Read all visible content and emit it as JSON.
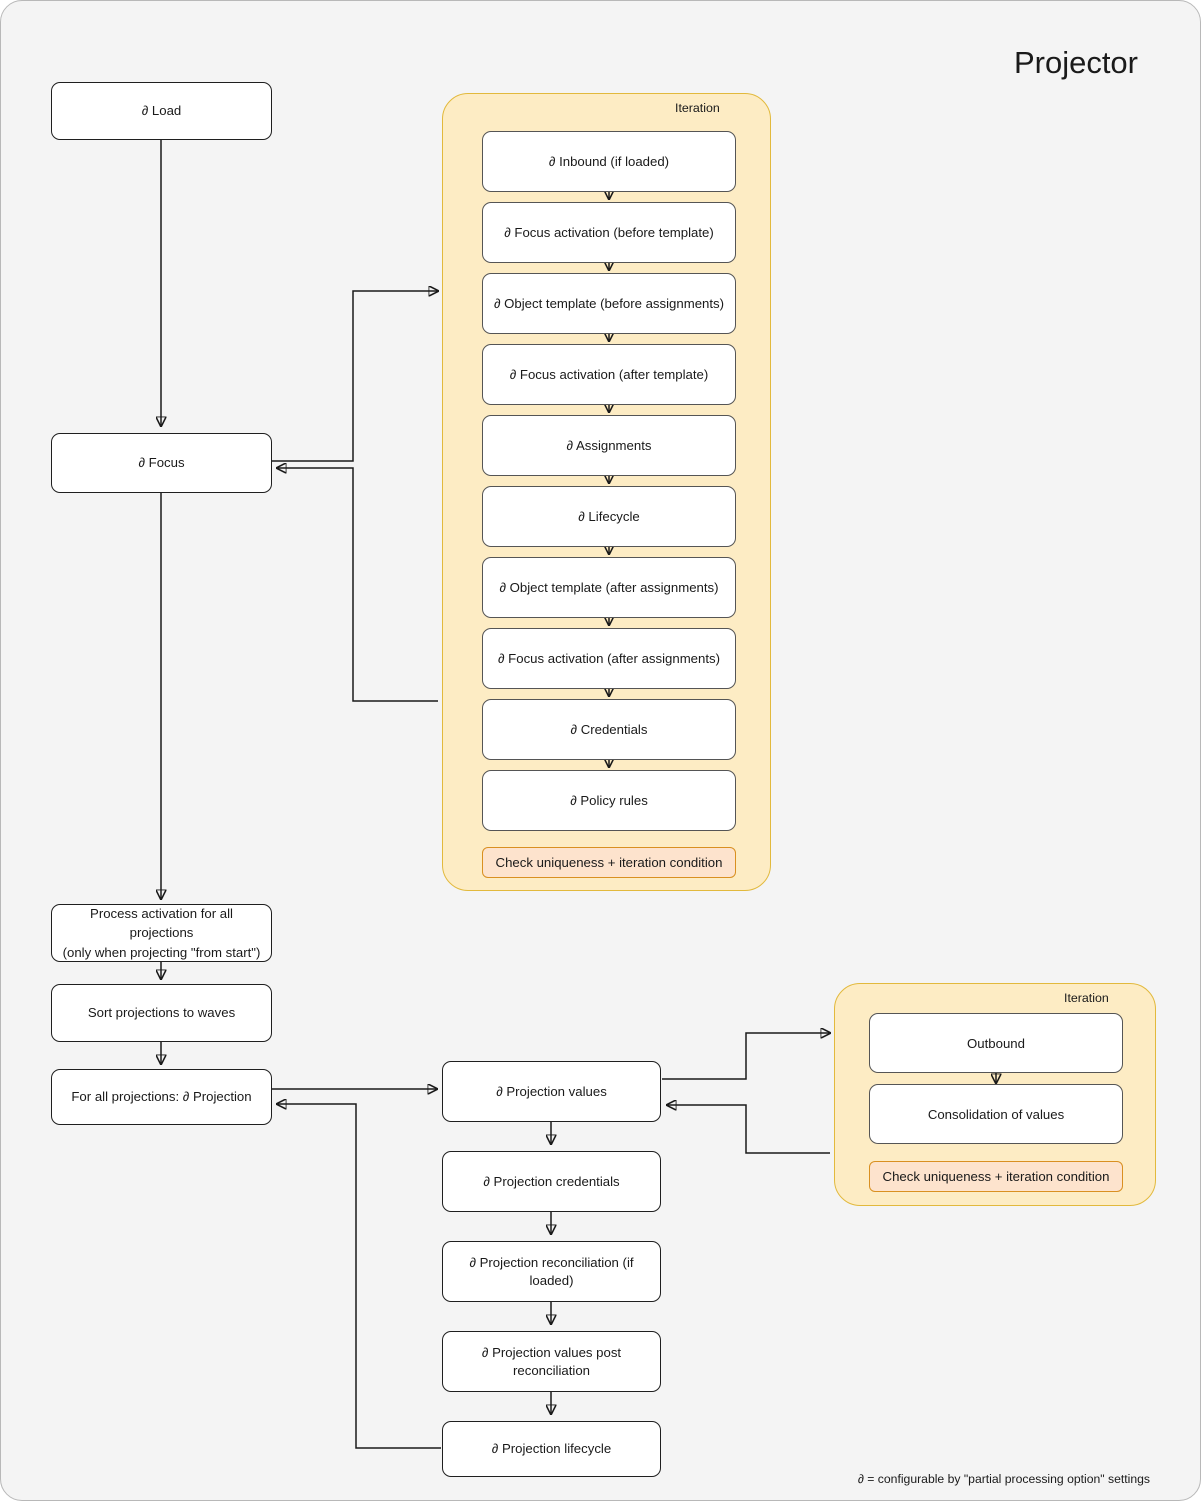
{
  "title": "Projector",
  "footnote": "∂ = configurable by \"partial processing option\" settings",
  "left_column": {
    "load": "∂ Load",
    "focus": "∂ Focus",
    "process_activation_line1": "Process activation for all projections",
    "process_activation_line2": "(only when projecting \"from start\")",
    "sort_projections": "Sort projections to waves",
    "for_all_projections": "For all projections: ∂ Projection"
  },
  "focus_iteration": {
    "label": "Iteration",
    "steps": [
      "∂ Inbound (if loaded)",
      "∂ Focus activation (before template)",
      "∂ Object template (before assignments)",
      "∂ Focus activation (after template)",
      "∂ Assignments",
      "∂ Lifecycle",
      "∂ Object template (after assignments)",
      "∂ Focus activation (after assignments)",
      "∂ Credentials",
      "∂ Policy rules"
    ],
    "check": "Check uniqueness + iteration condition"
  },
  "projection_column": {
    "values": "∂ Projection values",
    "credentials": "∂ Projection credentials",
    "reconciliation": "∂ Projection reconciliation (if loaded)",
    "values_post": "∂ Projection values post reconciliation",
    "lifecycle": "∂ Projection lifecycle"
  },
  "projection_iteration": {
    "label": "Iteration",
    "steps": [
      "Outbound",
      "Consolidation of values"
    ],
    "check": "Check uniqueness + iteration condition"
  },
  "colors": {
    "canvas_bg": "#f4f4f4",
    "iteration_bg": "#fdecc4",
    "iteration_border": "#e2b93c",
    "check_bg": "#fde3cd",
    "check_border": "#d99021",
    "node_bg": "#ffffff",
    "node_border": "#1f1f1f"
  }
}
